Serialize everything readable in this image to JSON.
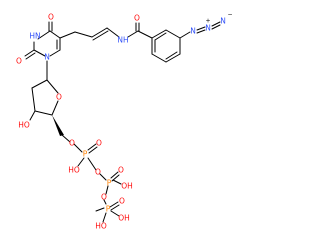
{
  "colors": {
    "oxygen": "#ff0d0d",
    "nitrogen": "#3050f8",
    "phosphorus": "#ff8000",
    "carbon_bond": "#000000",
    "background": "#ffffff"
  },
  "atoms": {
    "o_c4": "O",
    "o_c2": "O",
    "n_n3": "HN",
    "n_n1": "N",
    "n_amide": "NH",
    "o_amide": "O",
    "n_azide1": "N",
    "n_azide2": "N",
    "n_azide3": "N",
    "plus": "+",
    "minus": "−",
    "o_ring": "O",
    "oh_3p": "HO",
    "o_5p": "O",
    "p1": "P",
    "o_p1_dbl": "O",
    "oh_p1": "HO",
    "o_bridge1": "O",
    "p2": "P",
    "o_p2_dbl": "O",
    "oh_p2": "OH",
    "o_bridge2": "O",
    "p3": "P",
    "o_p3_dbl": "O",
    "oh_p3a": "OH",
    "oh_p3b": "HO"
  }
}
